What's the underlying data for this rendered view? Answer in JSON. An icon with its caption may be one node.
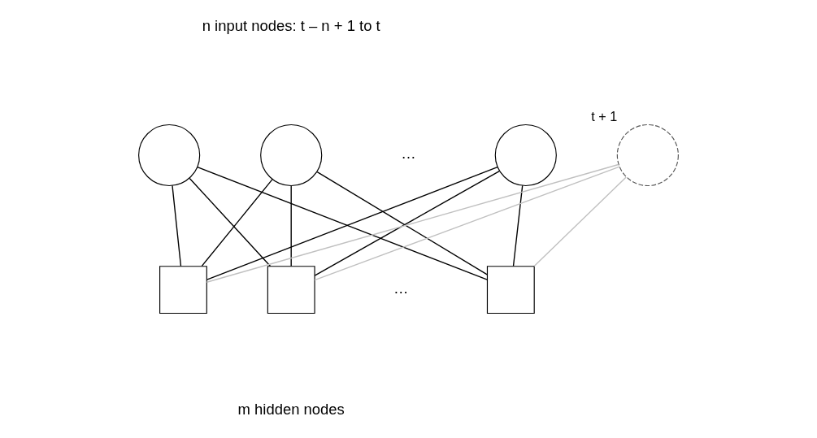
{
  "diagram": {
    "nodes": [
      {
        "text": [],
        "shape": "circle"
      },
      {
        "text": [],
        "shape": "circle"
      },
      {
        "text": [],
        "shape": "circle"
      },
      {
        "text": [],
        "shape": "circle",
        "beside": [
          "t + 1"
        ]
      },
      {
        "text": [],
        "shape": "box"
      },
      {
        "text": [],
        "shape": "box"
      },
      {
        "text": [],
        "shape": "box"
      }
    ],
    "edges": [
      {
        "from": 0,
        "to": 4,
        "arrow": "none"
      },
      {
        "from": 0,
        "to": 5,
        "arrow": "none"
      },
      {
        "from": 0,
        "to": 6,
        "arrow": "none"
      },
      {
        "from": 1,
        "to": 4,
        "arrow": "none"
      },
      {
        "from": 1,
        "to": 5,
        "arrow": "none"
      },
      {
        "from": 1,
        "to": 6,
        "arrow": "none"
      },
      {
        "from": 2,
        "to": 4,
        "arrow": "none"
      },
      {
        "from": 2,
        "to": 5,
        "arrow": "none"
      },
      {
        "from": 2,
        "to": 6,
        "arrow": "none"
      },
      {
        "from": 6,
        "to": 3,
        "arrow": "none",
        "color": "#c0c0c0"
      },
      {
        "from": 5,
        "to": 3,
        "arrow": "none",
        "color": "#c0c0c0"
      },
      {
        "from": 4,
        "to": 3,
        "arrow": "none",
        "color": "#c0c0c0"
      }
    ],
    "labels": [
      "n input nodes: t – n + 1 to t",
      "…",
      "…",
      "m hidden nodes"
    ]
  }
}
